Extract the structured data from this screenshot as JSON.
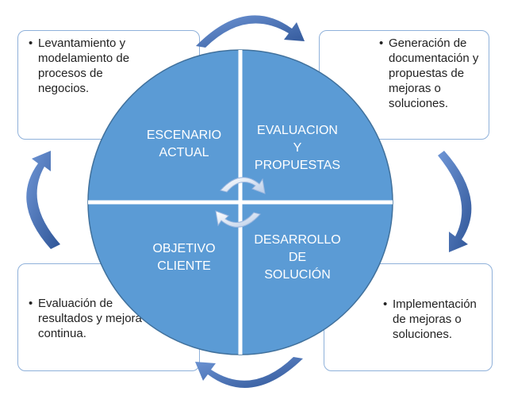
{
  "quadrants": {
    "top_left": "ESCENARIO\nACTUAL",
    "top_right": "EVALUACION\nY\nPROPUESTAS",
    "bottom_left": "OBJETIVO\nCLIENTE",
    "bottom_right": "DESARROLLO\nDE\nSOLUCIÓN"
  },
  "boxes": {
    "top_left": "Levantamiento y modelamiento de procesos de negocios.",
    "top_right": "Generación de documentación y propuestas de mejoras o soluciones.",
    "bottom_left": "Evaluación de resultados y mejora continua.",
    "bottom_right": "Implementación de mejoras o soluciones."
  },
  "colors": {
    "circle_fill": "#5b9bd5",
    "circle_edge": "#41719c",
    "arrow": "#4472c4",
    "box_border": "#8fb1da",
    "divider": "#ffffff"
  }
}
